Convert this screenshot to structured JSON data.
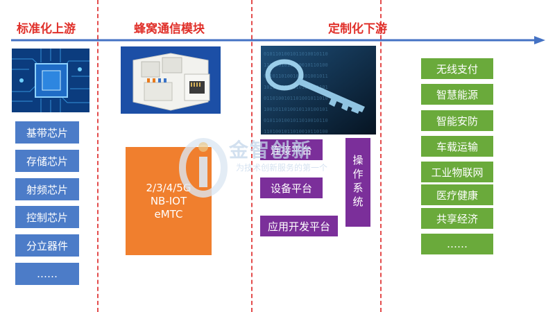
{
  "headers": {
    "upstream": "标准化上游",
    "module": "蜂窝通信模块",
    "downstream": "定制化下游"
  },
  "upstream_items": [
    "基带芯片",
    "存储芯片",
    "射频芯片",
    "控制芯片",
    "分立器件",
    "……"
  ],
  "module_box": {
    "line1": "2/3/4/5G",
    "line2": "NB-IOT",
    "line3": "eMTC"
  },
  "platforms": [
    "连接平台",
    "设备平台",
    "应用开发平台"
  ],
  "os_label": "操作系统",
  "applications": [
    "无线支付",
    "智慧能源",
    "智能安防",
    "车载运输",
    "工业物联网",
    "医疗健康",
    "共享经济",
    "……"
  ],
  "watermark": {
    "title": "金智创新",
    "subtitle": "为技术创新服务的第一个"
  },
  "colors": {
    "arrow": "#4472c4",
    "divider": "#e34b4b",
    "header": "#e0302a",
    "chip": "#4c7cc8",
    "module": "#f07f2e",
    "platform": "#7b2f9a",
    "application": "#6aaa3b"
  }
}
